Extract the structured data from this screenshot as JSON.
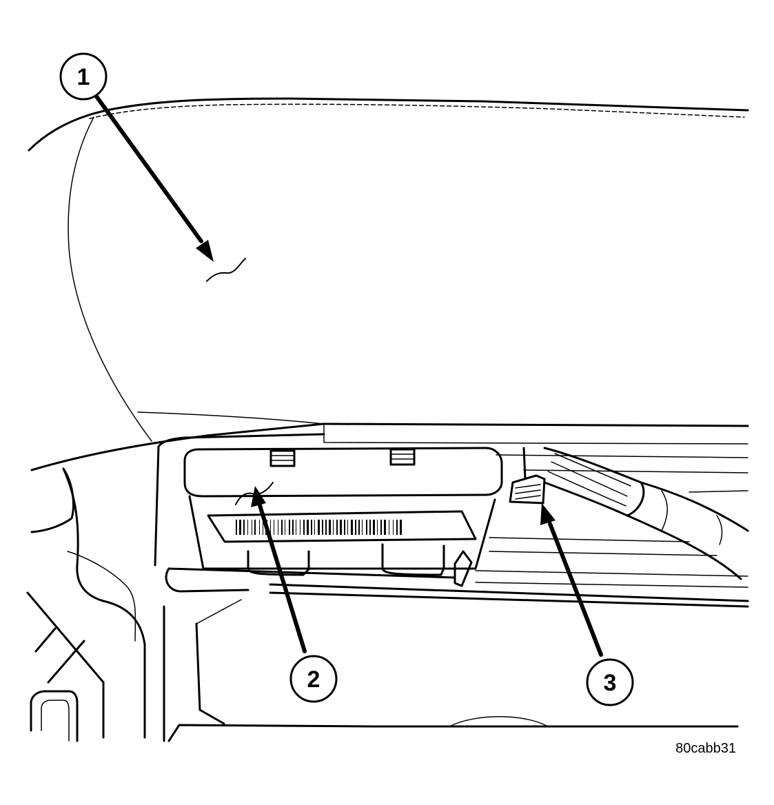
{
  "callouts": [
    {
      "label": "1"
    },
    {
      "label": "2"
    },
    {
      "label": "3"
    }
  ],
  "figure_reference": "80cabb31",
  "colors": {
    "line": "#000000",
    "background": "#ffffff"
  }
}
